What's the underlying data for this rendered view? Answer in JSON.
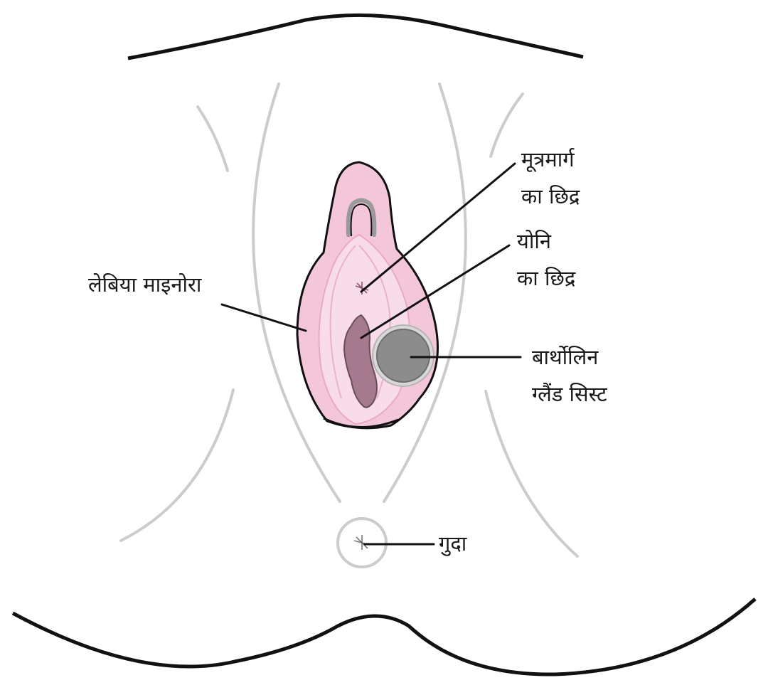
{
  "labels": {
    "urethra_line1": "मूत्रमार्ग",
    "urethra_line2": "का छिद्र",
    "vagina_line1": "योनि",
    "vagina_line2": "का छिद्र",
    "labia_minora": "लेबिया माइनोरा",
    "bartholin_line1": "बार्थोलिन",
    "bartholin_line2": "ग्लैंड सिस्ट",
    "anus": "गुदा"
  },
  "colors": {
    "outline": "#111111",
    "skin_guides": "#cccccc",
    "labia_fill": "#f4c6da",
    "labia_inner": "#f9dcea",
    "vaginal_opening": "#a57a8e",
    "cyst_fill": "#8c8c8c",
    "cyst_ring": "#d8d8d8"
  }
}
